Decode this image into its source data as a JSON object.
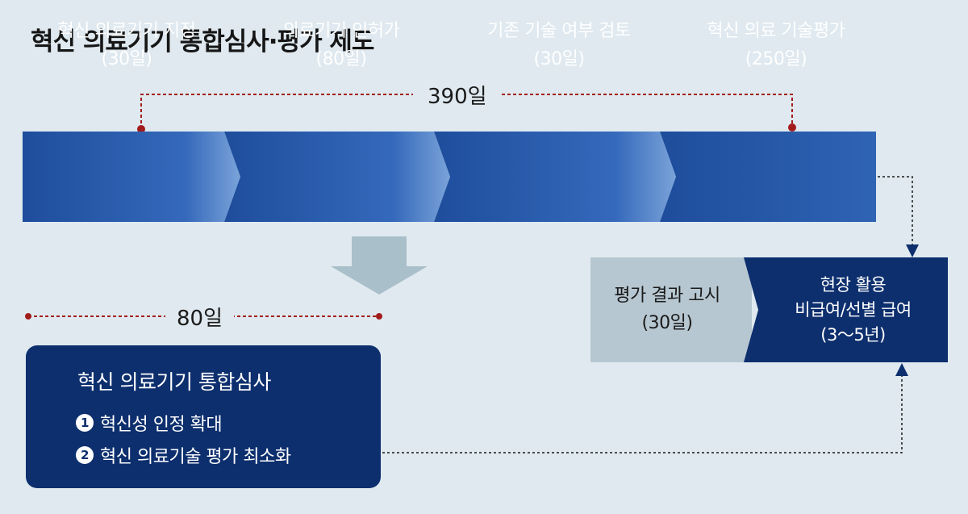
{
  "title": "혁신 의료기기 통합심사·평가 제도",
  "total_duration": "390일",
  "stages": [
    {
      "name": "혁신 의료기기 지정",
      "duration": "(30일)"
    },
    {
      "name": "의료기기 인허가",
      "duration": "(80일)"
    },
    {
      "name": "기존 기술 여부 검토",
      "duration": "(30일)"
    },
    {
      "name": "혁신 의료 기술평가",
      "duration": "(250일)"
    }
  ],
  "integrated_duration": "80일",
  "integrated_review": {
    "title": "혁신 의료기기 통합심사",
    "items": [
      {
        "num": "1",
        "text": "혁신성 인정 확대"
      },
      {
        "num": "2",
        "text": "혁신 의료기술 평가 최소화"
      }
    ]
  },
  "notice": {
    "name": "평가 결과 고시",
    "duration": "(30일)"
  },
  "usage": {
    "line1": "현장 활용",
    "line2": "비급여/선별 급여",
    "line3": "(3～5년)"
  },
  "colors": {
    "background": "#dfe9ef",
    "navy": "#0d2f6e",
    "stage_blue": "#2e62b4",
    "gray_box": "#b7c7d1",
    "dotted_red": "#a31c1c",
    "arrow_gray": "#a9bfca"
  }
}
